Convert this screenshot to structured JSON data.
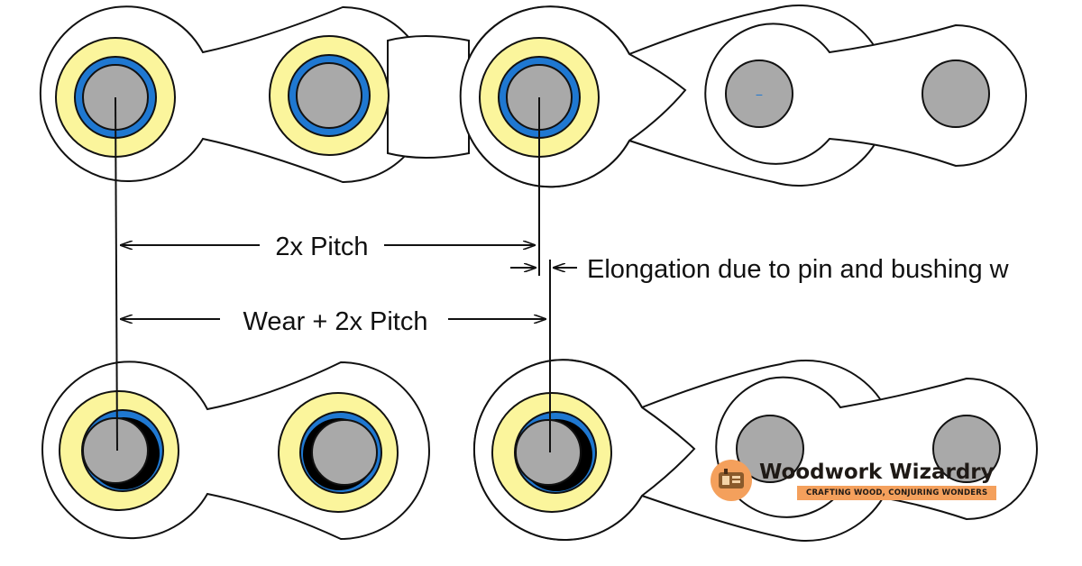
{
  "diagram": {
    "labels": {
      "pitch": "2x Pitch",
      "elongation": "Elongation due to pin and bushing w",
      "wear_pitch": "Wear + 2x Pitch"
    },
    "colors": {
      "outline": "#111111",
      "plate": "#ffffff",
      "bushing": "#fbf59c",
      "roller_ring": "#1f78d1",
      "pin": "#a9a9a9",
      "wear_shadow": "#000000"
    }
  },
  "watermark": {
    "title": "Woodwork Wizardry",
    "tagline": "CRAFTING WOOD, CONJURING WONDERS",
    "accent_color": "#f4a05c",
    "icon": "woodwork-logo-icon"
  }
}
